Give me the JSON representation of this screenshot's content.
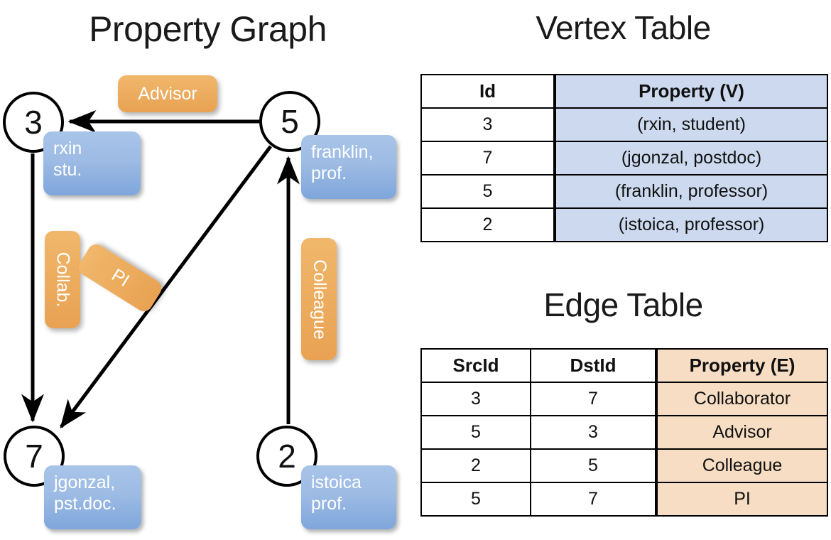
{
  "graph": {
    "title": "Property Graph",
    "nodes": [
      {
        "id": "3",
        "name": "node-3",
        "label_lines": [
          "rxin",
          "stu."
        ]
      },
      {
        "id": "5",
        "name": "node-5",
        "label_lines": [
          "franklin,",
          "prof."
        ]
      },
      {
        "id": "7",
        "name": "node-7",
        "label_lines": [
          "jgonzal,",
          "pst.doc."
        ]
      },
      {
        "id": "2",
        "name": "node-2",
        "label_lines": [
          "istoica",
          "prof."
        ]
      }
    ],
    "node_labels": {
      "rxin_line1": "rxin",
      "rxin_line2": "stu.",
      "franklin_line1": "franklin,",
      "franklin_line2": "prof.",
      "jgonzal_line1": "jgonzal,",
      "jgonzal_line2": "pst.doc.",
      "istoica_line1": "istoica",
      "istoica_line2": "prof."
    },
    "edge_labels": {
      "advisor": "Advisor",
      "collab": "Collab.",
      "pi": "PI",
      "colleague": "Colleague"
    },
    "edges": [
      {
        "src": "5",
        "dst": "3",
        "label": "Advisor"
      },
      {
        "src": "3",
        "dst": "7",
        "label": "Collab."
      },
      {
        "src": "5",
        "dst": "7",
        "label": "PI"
      },
      {
        "src": "2",
        "dst": "5",
        "label": "Colleague"
      }
    ]
  },
  "vertex_table": {
    "title": "Vertex Table",
    "headers": [
      "Id",
      "Property (V)"
    ],
    "rows": [
      {
        "id": "3",
        "property": "(rxin, student)"
      },
      {
        "id": "7",
        "property": "(jgonzal, postdoc)"
      },
      {
        "id": "5",
        "property": "(franklin, professor)"
      },
      {
        "id": "2",
        "property": "(istoica, professor)"
      }
    ]
  },
  "edge_table": {
    "title": "Edge Table",
    "headers": [
      "SrcId",
      "DstId",
      "Property (E)"
    ],
    "rows": [
      {
        "src": "3",
        "dst": "7",
        "property": "Collaborator"
      },
      {
        "src": "5",
        "dst": "3",
        "property": "Advisor"
      },
      {
        "src": "2",
        "dst": "5",
        "property": "Colleague"
      },
      {
        "src": "5",
        "dst": "7",
        "property": "PI"
      }
    ]
  },
  "colors": {
    "vertex_box": "#9dbbe4",
    "edge_box": "#eca85a",
    "vertex_table_shade": "#ccd9ee",
    "edge_table_shade": "#f6ddc3",
    "stroke": "#000000",
    "background": "#ffffff"
  }
}
